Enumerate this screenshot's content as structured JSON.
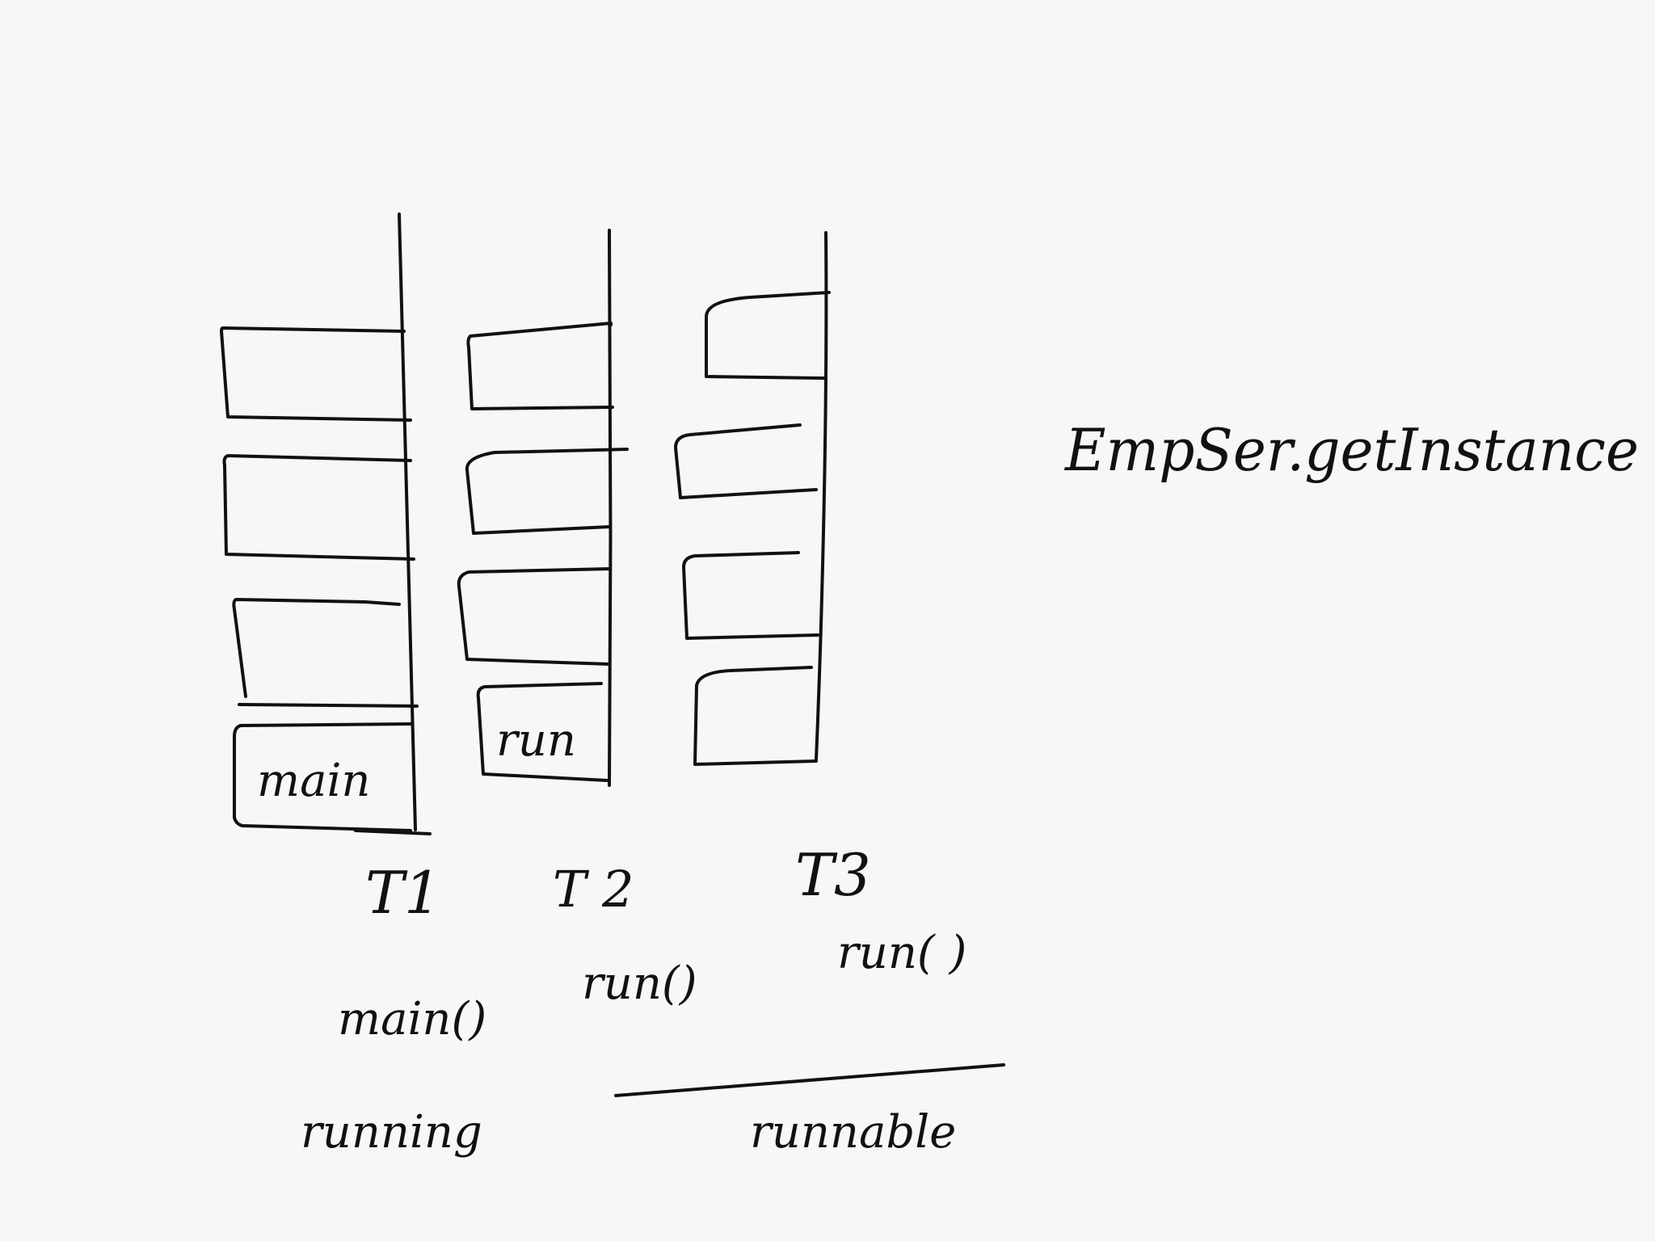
{
  "stacks": {
    "t1": {
      "name": "T1",
      "bottom_frame": "main",
      "method": "main()",
      "state": "running"
    },
    "t2": {
      "name": "T 2",
      "bottom_frame": "run",
      "method": "run()"
    },
    "t3": {
      "name": "T3",
      "method": "run( )"
    }
  },
  "runnable_label": "runnable",
  "annotation": "EmpSer.getInstance"
}
